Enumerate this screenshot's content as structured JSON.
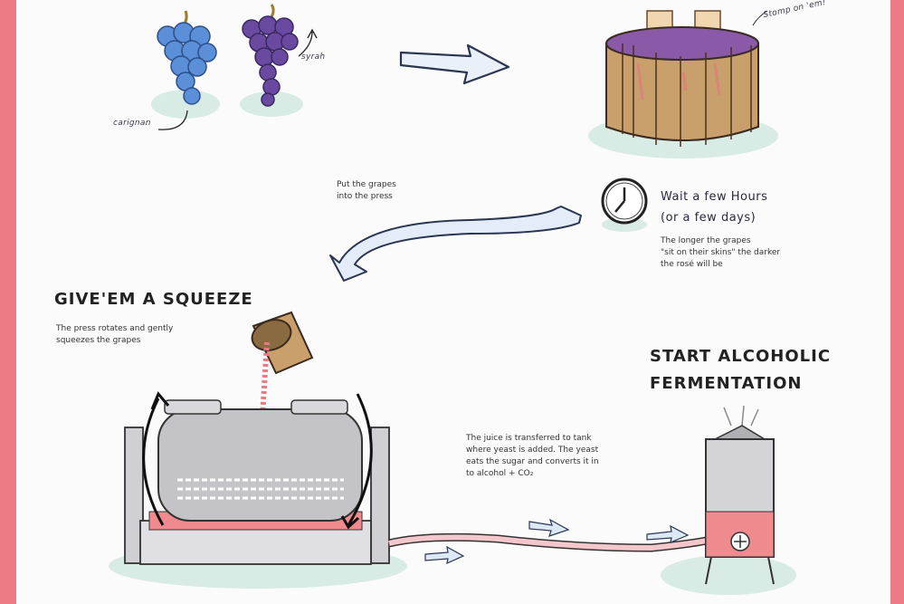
{
  "labels": {
    "carignan": "carignan",
    "syrah": "syrah",
    "stomp": "Stomp on 'em!",
    "put_press": "Put the grapes\ninto the press",
    "wait_title_1": "Wait a few Hours",
    "wait_title_2": "(or a few days)",
    "wait_note": "The longer the grapes\n\"sit on their skins\" the darker\nthe rosé will be",
    "squeeze_heading": "GIVE'EM A SQUEEZE",
    "squeeze_note": "The press rotates and gently\nsqueezes the grapes",
    "ferment_heading_1": "START ALCOHOLIC",
    "ferment_heading_2": "FERMENTATION",
    "juice_note": "The juice is transferred to tank\nwhere yeast is added. The yeast\neats the sugar and converts it in\nto alcohol + CO₂"
  },
  "colors": {
    "border": "#ee7a86",
    "carignan": "#5b8fd8",
    "syrah": "#6a4aa0",
    "wood": "#c9a06b",
    "rose": "#ef8b8f",
    "metal": "#c4c4c8",
    "shadow": "#d8ebe4"
  }
}
